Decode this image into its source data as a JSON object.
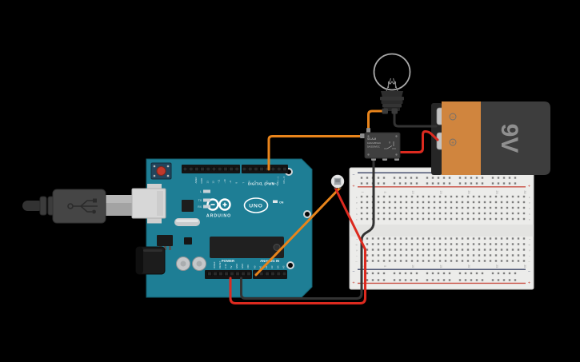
{
  "app": {
    "background": "#000000",
    "canvas": "circuit design canvas"
  },
  "components": {
    "arduino": {
      "type": "Arduino Uno microcontroller board",
      "board_color": "#1e7e95",
      "labels": {
        "digital": "DIGITAL (PWM~)",
        "brand": "ARDUINO",
        "model": "UNO",
        "power": "POWER",
        "analog": "ANALOG IN",
        "on": "ON",
        "led_l": "L",
        "led_tx": "TX",
        "led_rx": "RX"
      },
      "pin_labels": {
        "digital_left": [
          "AREF",
          "GND",
          "13",
          "12",
          "~11",
          "~10",
          "~9",
          "8"
        ],
        "digital_right": [
          "7",
          "~6",
          "~5",
          "4",
          "~3",
          "2",
          "TX→1",
          "RX←0"
        ],
        "power": [
          "IOREF",
          "RESET",
          "3.3V",
          "5V",
          "GND",
          "GND",
          "VIN"
        ],
        "analog": [
          "A0",
          "A1",
          "A2",
          "A3",
          "A4",
          "A5"
        ]
      }
    },
    "breadboard": {
      "type": "half+ breadboard",
      "colors": {
        "body": "#ececea",
        "rail_red": "#c94f43",
        "rail_blue": "#3a4466",
        "hole": "#7d7d7d"
      },
      "column_labels": [
        "1",
        "5",
        "10",
        "15",
        "20",
        "25",
        "30"
      ],
      "row_letters_top": [
        "a",
        "b",
        "c",
        "d",
        "e"
      ],
      "row_letters_bottom": [
        "f",
        "g",
        "h",
        "i",
        "j"
      ],
      "rail_minus": "−",
      "rail_plus": "+"
    },
    "relay": {
      "type": "SPDT relay",
      "body_color": "#3f3f3f",
      "text_lines": [
        "SS-A-M",
        "10A/125VAC",
        "5A/250VDC"
      ]
    },
    "battery": {
      "type": "9V battery",
      "label": "9V",
      "minus": "−",
      "plus": "+",
      "colors": {
        "body_dark": "#3d3d3d",
        "body_orange": "#d0853e"
      }
    },
    "bulb": {
      "type": "incandescent light bulb"
    },
    "led": {
      "type": "white LED (top view)"
    },
    "usb_cable": {
      "type": "USB cable plug into Arduino"
    }
  },
  "wires": [
    {
      "id": "wire-d2-relay",
      "color": "#e8841b",
      "from": "Arduino digital pin ~2",
      "to": "relay coil terminal"
    },
    {
      "id": "wire-bulb-relay",
      "color": "#e8841b",
      "from": "bulb terminal 1",
      "to": "relay coil terminal 2"
    },
    {
      "id": "wire-bulb-battery",
      "color": "#333333",
      "from": "bulb terminal 2",
      "to": "battery negative terminal"
    },
    {
      "id": "wire-battery-relay",
      "color": "#dc2a1f",
      "from": "battery positive terminal",
      "to": "relay switch terminal"
    },
    {
      "id": "wire-relay-gnd",
      "color": "#333333",
      "from": "relay bottom terminal",
      "to": "Arduino GND pin"
    },
    {
      "id": "wire-5v-breadboard",
      "color": "#dc2a1f",
      "from": "Arduino 5V pin",
      "to": "breadboard column 2"
    },
    {
      "id": "wire-led-breadboard",
      "color": "#dc2a1f",
      "from": "LED leg",
      "to": "breadboard column 2"
    },
    {
      "id": "wire-led-a0",
      "color": "#e8841b",
      "from": "LED leg",
      "to": "Arduino A0 pin"
    }
  ]
}
